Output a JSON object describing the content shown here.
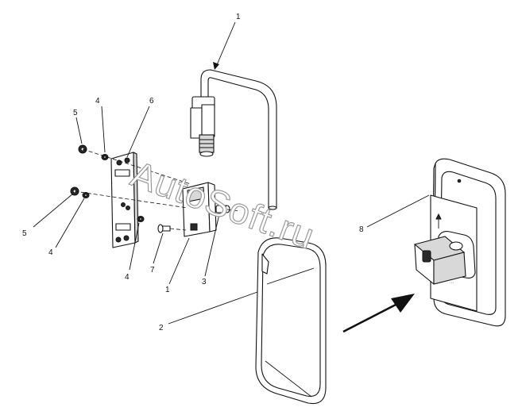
{
  "watermark": "AutoSoft.ru",
  "callouts": [
    {
      "id": "c1-top",
      "text": "1"
    },
    {
      "id": "c4-top",
      "text": "4"
    },
    {
      "id": "c6",
      "text": "6"
    },
    {
      "id": "c5-top",
      "text": "5"
    },
    {
      "id": "c5-bottom",
      "text": "5"
    },
    {
      "id": "c4-left",
      "text": "4"
    },
    {
      "id": "c4-bottom",
      "text": "4"
    },
    {
      "id": "c7",
      "text": "7"
    },
    {
      "id": "c1-bottom",
      "text": "1"
    },
    {
      "id": "c3",
      "text": "3"
    },
    {
      "id": "c2",
      "text": "2"
    },
    {
      "id": "c8",
      "text": "8"
    }
  ],
  "colors": {
    "line": "#111111",
    "paper": "#ffffff",
    "shade": "#d8d8d8",
    "dark": "#2a2a2a",
    "watermark_outline": "#9a9a9a"
  }
}
